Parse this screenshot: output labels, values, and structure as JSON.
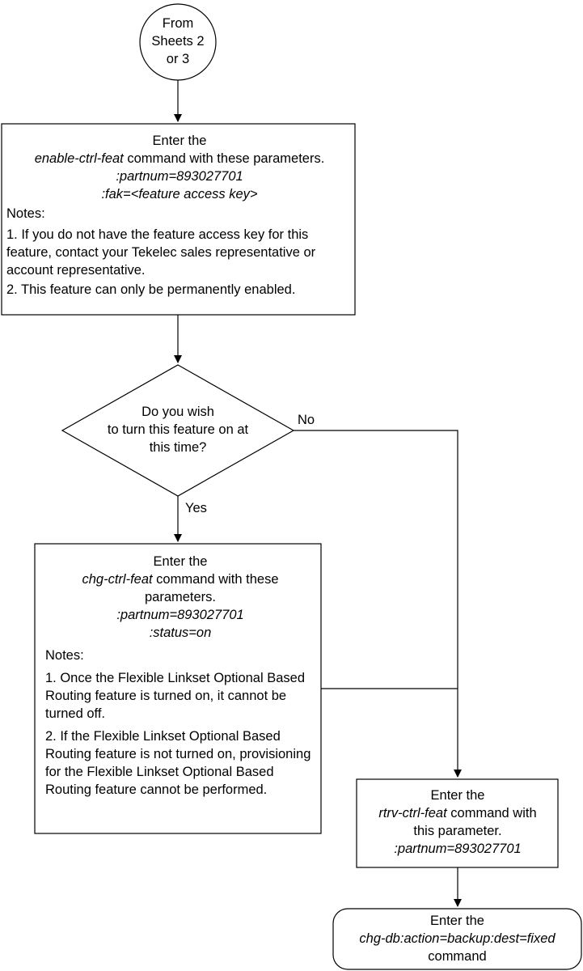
{
  "connector": {
    "lines": [
      "From",
      "Sheets 2",
      "or 3"
    ]
  },
  "box1": {
    "l1": "Enter the",
    "cmd": "enable-ctrl-feat",
    "cmd_suffix": " command with these parameters.",
    "p1": ":partnum=893027701",
    "p2_a": ":fak=",
    "p2_b": "<feature access key>",
    "notes_label": "Notes:",
    "note1": "1. If you do not have the feature access key for this feature, contact your Tekelec sales representative or account representative.",
    "note2": "2. This feature can only be permanently enabled."
  },
  "decision": {
    "lines": [
      "Do you wish",
      "to turn this feature on at",
      "this time?"
    ],
    "no_label": "No",
    "yes_label": "Yes"
  },
  "box2": {
    "l1": "Enter the",
    "cmd": "chg-ctrl-feat",
    "cmd_suffix": " command with these",
    "l3": "parameters.",
    "p1": ":partnum=893027701",
    "p2": ":status=on",
    "notes_label": "Notes:",
    "note1": "1. Once the Flexible Linkset Optional Based Routing feature is turned on, it cannot be turned off.",
    "note2": "2. If the Flexible Linkset Optional Based Routing feature is not turned on, provisioning for the Flexible Linkset Optional Based Routing feature cannot be performed."
  },
  "box3": {
    "l1": "Enter the",
    "cmd": "rtrv-ctrl-feat",
    "cmd_suffix": " command with",
    "l3": "this parameter.",
    "p1": ":partnum=893027701"
  },
  "box4": {
    "l1": "Enter the",
    "cmd": "chg-db:action=backup:dest=fixed",
    "l3": "command"
  }
}
